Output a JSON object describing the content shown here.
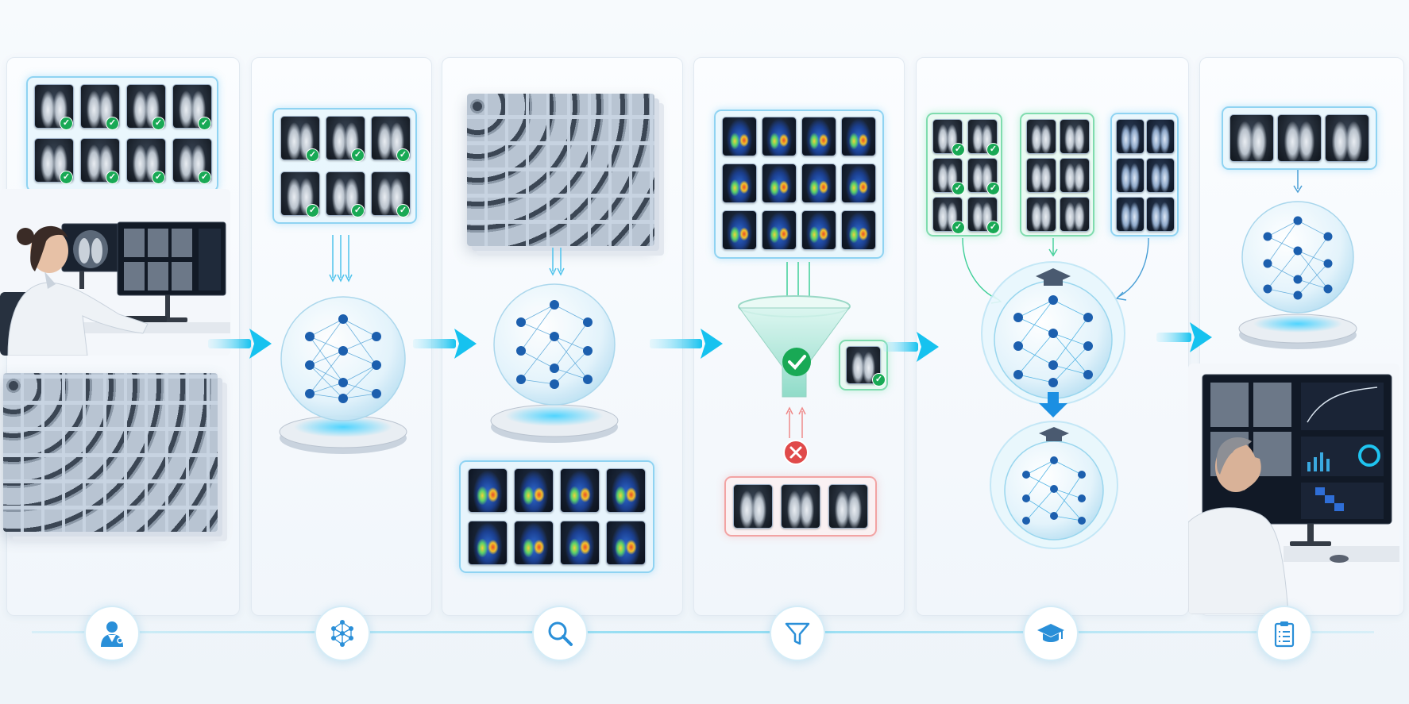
{
  "colors": {
    "accent": "#1fc4f0",
    "check": "#19a955",
    "reject": "#e04a4a",
    "panel_border": "#e1e9f1"
  },
  "stages": [
    {
      "name": "expert-annotation",
      "icon": "doctor-icon"
    },
    {
      "name": "model-training",
      "icon": "neural-network-icon"
    },
    {
      "name": "inference-heatmaps",
      "icon": "magnifier-icon"
    },
    {
      "name": "filtering",
      "icon": "funnel-icon"
    },
    {
      "name": "student-teacher-training",
      "icon": "graduation-cap-icon"
    },
    {
      "name": "clinical-report",
      "icon": "clipboard-icon"
    }
  ]
}
